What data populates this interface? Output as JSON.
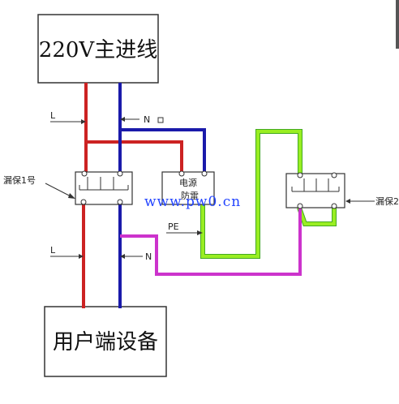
{
  "main_supply_label": "220V主进线",
  "user_equipment_label": "用户端设备",
  "breaker1_label": "漏保1号",
  "breaker2_label": "漏保2",
  "surge_label_line1": "电源",
  "surge_label_line2": "防雷",
  "watermark": "www.pw0.cn",
  "wire_labels": {
    "live_top": "L",
    "neutral_top": "N",
    "live_bottom": "L",
    "neutral_bottom": "N",
    "pe": "PE"
  },
  "colors": {
    "live": "#cc2222",
    "neutral": "#1a1aaa",
    "pe_ground": "#99ee22",
    "load_neutral": "#cc33cc",
    "watermark": "#2244ff"
  }
}
